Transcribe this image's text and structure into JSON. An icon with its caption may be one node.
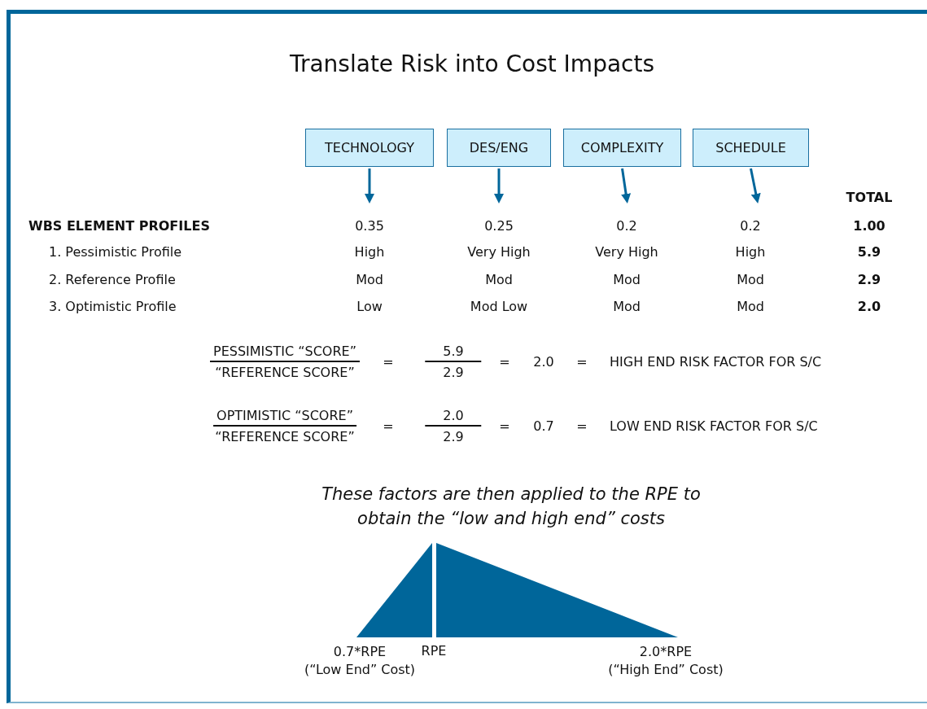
{
  "diagram": {
    "title": "Translate Risk into Cost Impacts",
    "nodes": [
      {
        "text": [
          "TECHNOLOGY"
        ]
      },
      {
        "text": [
          "DES/ENG"
        ]
      },
      {
        "text": [
          "COMPLEXITY"
        ]
      },
      {
        "text": [
          "SCHEDULE"
        ]
      }
    ],
    "edges": [
      {
        "from": 0,
        "to": null,
        "arrow": "to"
      },
      {
        "from": 1,
        "to": null,
        "arrow": "to"
      },
      {
        "from": 2,
        "to": null,
        "arrow": "to"
      },
      {
        "from": 3,
        "to": null,
        "arrow": "to"
      }
    ],
    "labels": [
      "TOTAL",
      "WBS ELEMENT PROFILES",
      "0.35",
      "0.25",
      "0.2",
      "0.2",
      "1.00",
      "1. Pessimistic Profile",
      "High",
      "Very High",
      "Very High",
      "High",
      "5.9",
      "2. Reference Profile",
      "Mod",
      "Mod",
      "Mod",
      "Mod",
      "2.9",
      "3. Optimistic Profile",
      "Low",
      "Mod Low",
      "Mod",
      "Mod",
      "2.0",
      "PESSIMISTIC “SCORE”",
      "=",
      "5.9",
      "=",
      "2.0",
      "=",
      "HIGH END RISK FACTOR FOR S/C",
      "“REFERENCE SCORE”",
      "2.9",
      "OPTIMISTIC “SCORE”",
      "=",
      "2.0",
      "=",
      "0.7",
      "=",
      "LOW END RISK FACTOR FOR S/C",
      "“REFERENCE SCORE”",
      "2.9",
      "These factors are then applied to the RPE to obtain the “low and high end” costs",
      "0.7*RPE (“Low End” Cost)",
      "RPE",
      "2.0*RPE (“High End” Cost)"
    ]
  }
}
